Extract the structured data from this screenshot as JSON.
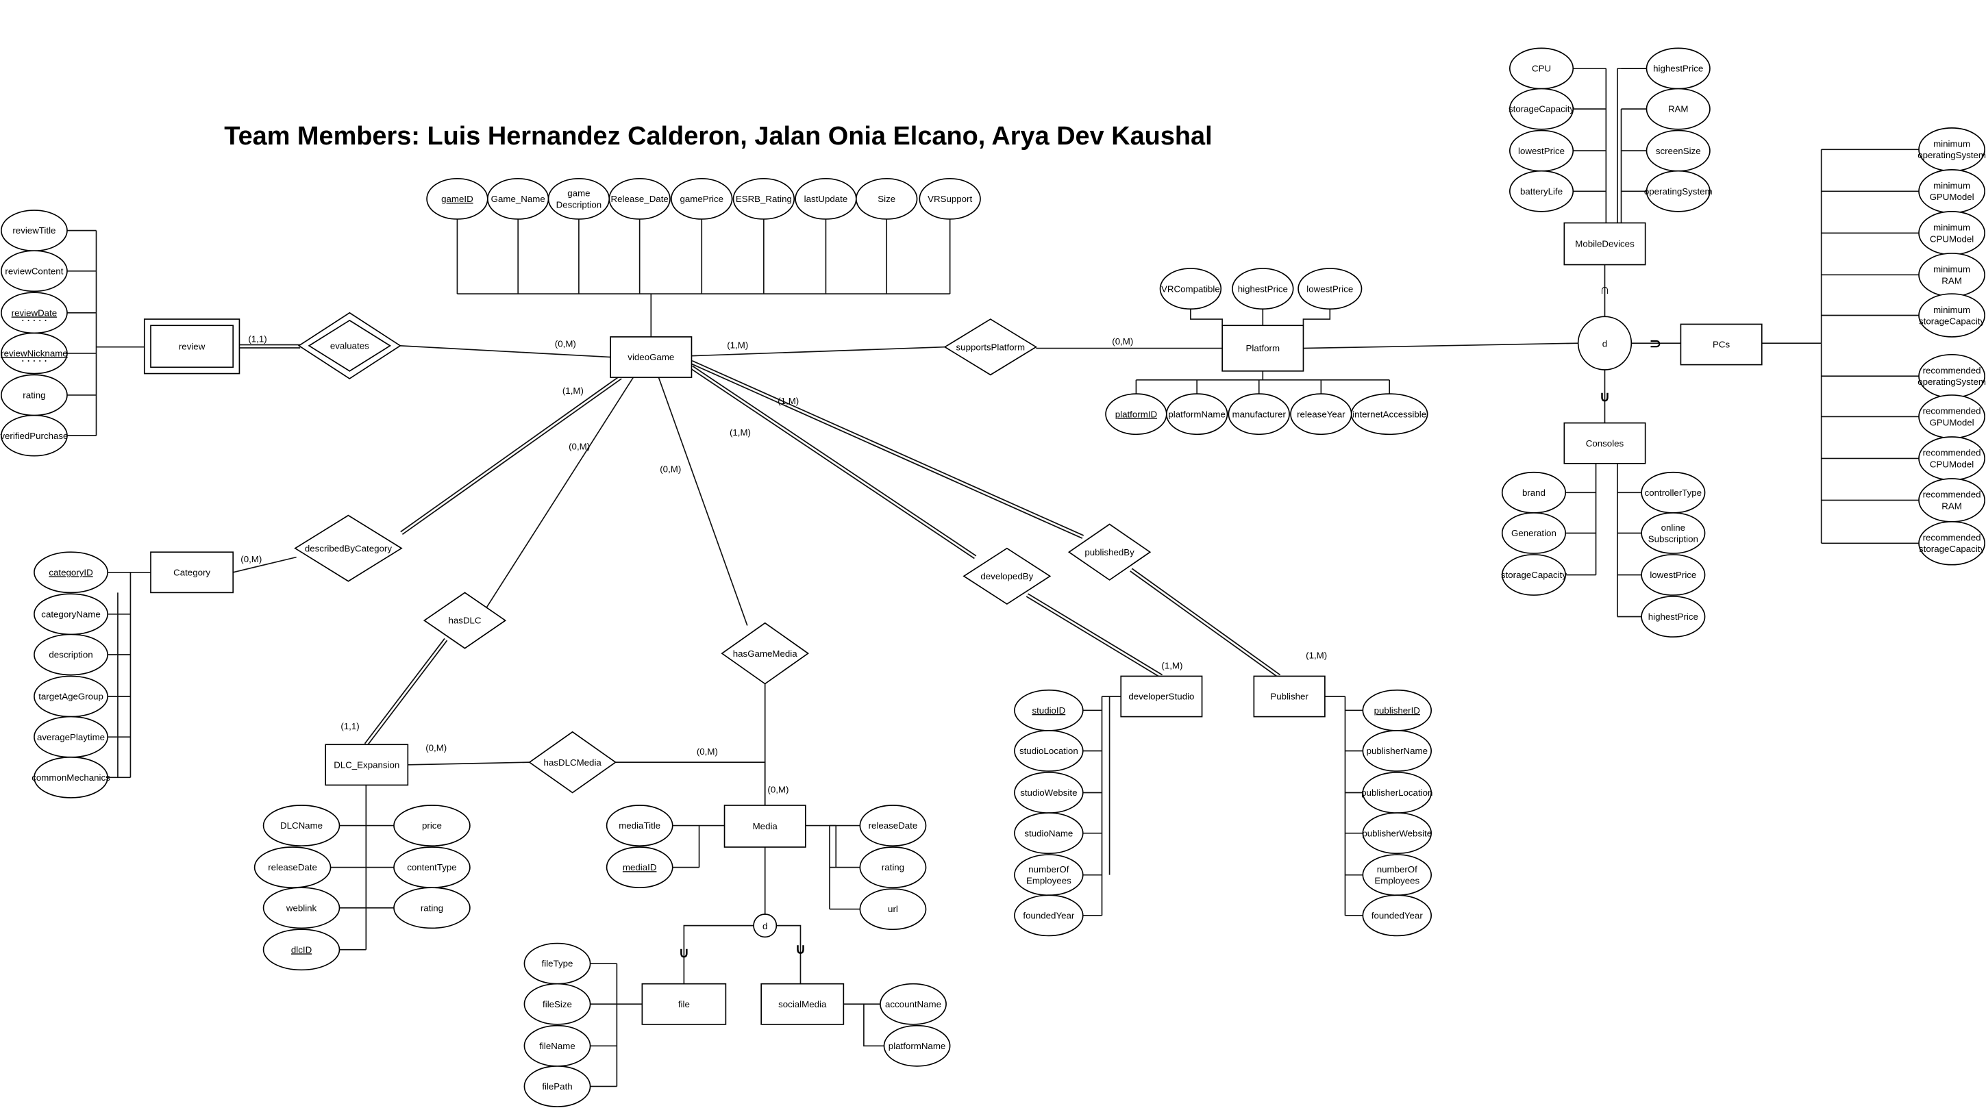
{
  "title": "Team Members: Luis Hernandez Calderon, Jalan Onia Elcano, Arya Dev Kaushal",
  "entities": {
    "videoGame": "videoGame",
    "review": "review",
    "platform": "Platform",
    "mobile": "MobileDevices",
    "pcs": "PCs",
    "consoles": "Consoles",
    "category": "Category",
    "dlc": "DLC_Expansion",
    "media": "Media",
    "file": "file",
    "socialMedia": "socialMedia",
    "developer": "developerStudio",
    "publisher": "Publisher"
  },
  "relationships": {
    "evaluates": "evaluates",
    "supportsPlatform": "supportsPlatform",
    "describedByCategory": "describedByCategory",
    "hasDLC": "hasDLC",
    "hasGameMedia": "hasGameMedia",
    "hasDLCMedia": "hasDLCMedia",
    "developedBy": "developedBy",
    "publishedBy": "publishedBy"
  },
  "specialization": {
    "disjoint": "d",
    "subset_up": "∩",
    "subset_down": "∪",
    "subset_right": "⊃"
  },
  "cardinalities": [
    "(1,1)",
    "(0,M)",
    "(1,M)",
    "(0,M)",
    "(0,M)",
    "(1,M)",
    "(0,M)",
    "(1,1)",
    "(0,M)",
    "(0,M)",
    "(0,M)",
    "(0,M)",
    "(1,M)",
    "(1,M)",
    "(1,M)",
    "(1,M)"
  ],
  "attributes": {
    "videoGame": [
      {
        "text": [
          "gameID"
        ],
        "key": true
      },
      {
        "text": [
          "Game_Name"
        ]
      },
      {
        "text": [
          "game",
          "Description"
        ]
      },
      {
        "text": [
          "Release_Date"
        ]
      },
      {
        "text": [
          "gamePrice"
        ]
      },
      {
        "text": [
          "ESRB_Rating"
        ]
      },
      {
        "text": [
          "lastUpdate"
        ]
      },
      {
        "text": [
          "Size"
        ]
      },
      {
        "text": [
          "VRSupport"
        ]
      }
    ],
    "review": [
      {
        "text": [
          "reviewTitle"
        ]
      },
      {
        "text": [
          "reviewContent"
        ]
      },
      {
        "text": [
          "reviewDate"
        ],
        "partial": true
      },
      {
        "text": [
          "reviewNickname"
        ],
        "partial": true
      },
      {
        "text": [
          "rating"
        ]
      },
      {
        "text": [
          "verifiedPurchase"
        ]
      }
    ],
    "platform": [
      {
        "text": [
          "VRCompatible"
        ]
      },
      {
        "text": [
          "highestPrice"
        ]
      },
      {
        "text": [
          "lowestPrice"
        ]
      },
      {
        "text": [
          "platformID"
        ],
        "key": true
      },
      {
        "text": [
          "platformName"
        ]
      },
      {
        "text": [
          "manufacturer"
        ]
      },
      {
        "text": [
          "releaseYear"
        ]
      },
      {
        "text": [
          "internetAccessible"
        ]
      }
    ],
    "mobile": [
      {
        "text": [
          "CPU"
        ]
      },
      {
        "text": [
          "storageCapacity"
        ]
      },
      {
        "text": [
          "lowestPrice"
        ]
      },
      {
        "text": [
          "batteryLife"
        ]
      },
      {
        "text": [
          "highestPrice"
        ]
      },
      {
        "text": [
          "RAM"
        ]
      },
      {
        "text": [
          "screenSize"
        ]
      },
      {
        "text": [
          "operatingSystem"
        ]
      }
    ],
    "pcs": [
      {
        "text": [
          "minimum",
          "operatingSystem"
        ]
      },
      {
        "text": [
          "minimum",
          "GPUModel"
        ]
      },
      {
        "text": [
          "minimum",
          "CPUModel"
        ]
      },
      {
        "text": [
          "minimum",
          "RAM"
        ]
      },
      {
        "text": [
          "minimum",
          "storageCapacity"
        ]
      },
      {
        "text": [
          "recommended",
          "operatingSystem"
        ]
      },
      {
        "text": [
          "recommended",
          "GPUModel"
        ]
      },
      {
        "text": [
          "recommended",
          "CPUModel"
        ]
      },
      {
        "text": [
          "recommended",
          "RAM"
        ]
      },
      {
        "text": [
          "recommended",
          "storageCapacity"
        ]
      }
    ],
    "consoles": [
      {
        "text": [
          "brand"
        ]
      },
      {
        "text": [
          "Generation"
        ]
      },
      {
        "text": [
          "storageCapacity"
        ]
      },
      {
        "text": [
          "controllerType"
        ]
      },
      {
        "text": [
          "online",
          "Subscription"
        ]
      },
      {
        "text": [
          "lowestPrice"
        ]
      },
      {
        "text": [
          "highestPrice"
        ]
      }
    ],
    "category": [
      {
        "text": [
          "categoryID"
        ],
        "key": true
      },
      {
        "text": [
          "categoryName"
        ]
      },
      {
        "text": [
          "description"
        ]
      },
      {
        "text": [
          "targetAgeGroup"
        ]
      },
      {
        "text": [
          "averagePlaytime"
        ]
      },
      {
        "text": [
          "commonMechanics"
        ]
      }
    ],
    "dlc": [
      {
        "text": [
          "DLCName"
        ]
      },
      {
        "text": [
          "releaseDate"
        ]
      },
      {
        "text": [
          "weblink"
        ]
      },
      {
        "text": [
          "dlcID"
        ],
        "key": true
      },
      {
        "text": [
          "price"
        ]
      },
      {
        "text": [
          "contentType"
        ]
      },
      {
        "text": [
          "rating"
        ]
      }
    ],
    "media": [
      {
        "text": [
          "mediaTitle"
        ]
      },
      {
        "text": [
          "mediaID"
        ],
        "key": true
      },
      {
        "text": [
          "releaseDate"
        ]
      },
      {
        "text": [
          "rating"
        ]
      },
      {
        "text": [
          "url"
        ]
      }
    ],
    "file": [
      {
        "text": [
          "fileType"
        ]
      },
      {
        "text": [
          "fileSize"
        ]
      },
      {
        "text": [
          "fileName"
        ]
      },
      {
        "text": [
          "filePath"
        ]
      }
    ],
    "socialMedia": [
      {
        "text": [
          "accountName"
        ]
      },
      {
        "text": [
          "platformName"
        ]
      }
    ],
    "developer": [
      {
        "text": [
          "studioID"
        ],
        "key": true
      },
      {
        "text": [
          "studioLocation"
        ]
      },
      {
        "text": [
          "studioWebsite"
        ]
      },
      {
        "text": [
          "studioName"
        ]
      },
      {
        "text": [
          "numberOf",
          "Employees"
        ]
      },
      {
        "text": [
          "foundedYear"
        ]
      }
    ],
    "publisher": [
      {
        "text": [
          "publisherID"
        ],
        "key": true
      },
      {
        "text": [
          "publisherName"
        ]
      },
      {
        "text": [
          "publisherLocation"
        ]
      },
      {
        "text": [
          "publisherWebsite"
        ]
      },
      {
        "text": [
          "numberOf",
          "Employees"
        ]
      },
      {
        "text": [
          "foundedYear"
        ]
      }
    ]
  }
}
